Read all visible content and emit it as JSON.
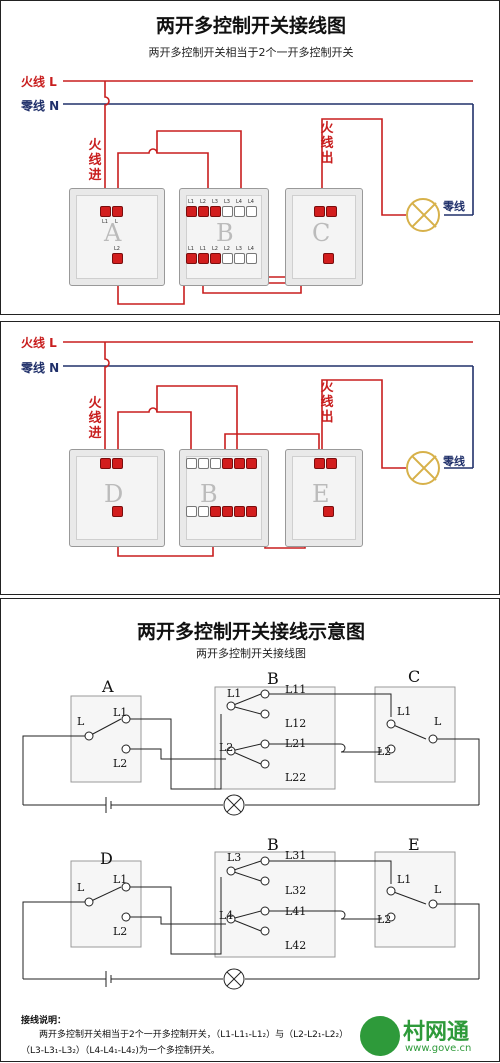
{
  "panel1": {
    "title": "两开多控制开关接线图",
    "subtitle": "两开多控制开关相当于2个一开多控制开关",
    "live_label": "火线 L",
    "neutral_label": "零线 N",
    "live_in": "火线进",
    "live_out": "火线出",
    "lamp_neutral": "零线",
    "switches": [
      "A",
      "B",
      "C"
    ],
    "term_L1": "L1",
    "term_L": "L",
    "term_L2": "L2",
    "b_top_terms": [
      "L1",
      "L2",
      "L3",
      "L3",
      "L4",
      "L4"
    ],
    "b_bottom_terms": [
      "L1",
      "L1",
      "L2",
      "L2",
      "L3",
      "L4"
    ]
  },
  "panel2": {
    "live_label": "火线 L",
    "neutral_label": "零线 N",
    "live_in": "火线进",
    "live_out": "火线出",
    "lamp_neutral": "零线",
    "switches": [
      "D",
      "B",
      "E"
    ]
  },
  "panel3": {
    "title": "两开多控制开关接线示意图",
    "subtitle": "两开多控制开关接线图",
    "top": {
      "left_box": "A",
      "mid_box": "B",
      "right_box": "C",
      "left_terms": [
        "L",
        "L1",
        "L2"
      ],
      "mid_terms": [
        "L1",
        "L11",
        "L12",
        "L2",
        "L21",
        "L22"
      ],
      "right_terms": [
        "L1",
        "L",
        "L2"
      ]
    },
    "bottom": {
      "left_box": "D",
      "mid_box": "B",
      "right_box": "E",
      "left_terms": [
        "L",
        "L1",
        "L2"
      ],
      "mid_terms": [
        "L3",
        "L31",
        "L32",
        "L4",
        "L41",
        "L42"
      ],
      "right_terms": [
        "L1",
        "L",
        "L2"
      ]
    },
    "notes_title": "接线说明：",
    "notes_line1": "两开多控制开关相当于2个一开多控制开关，（L1-L1₁-L1₂）与（L2-L2₁-L2₂）",
    "notes_line2": "（L3-L3₁-L3₂）（L4-L4₁-L4₂)为一个多控制开关。"
  },
  "watermark": {
    "name": "村网通",
    "url": "www.gove.cn"
  },
  "colors": {
    "live": "#c81e1e",
    "neutral": "#20306a",
    "lamp": "#d7b14a"
  }
}
